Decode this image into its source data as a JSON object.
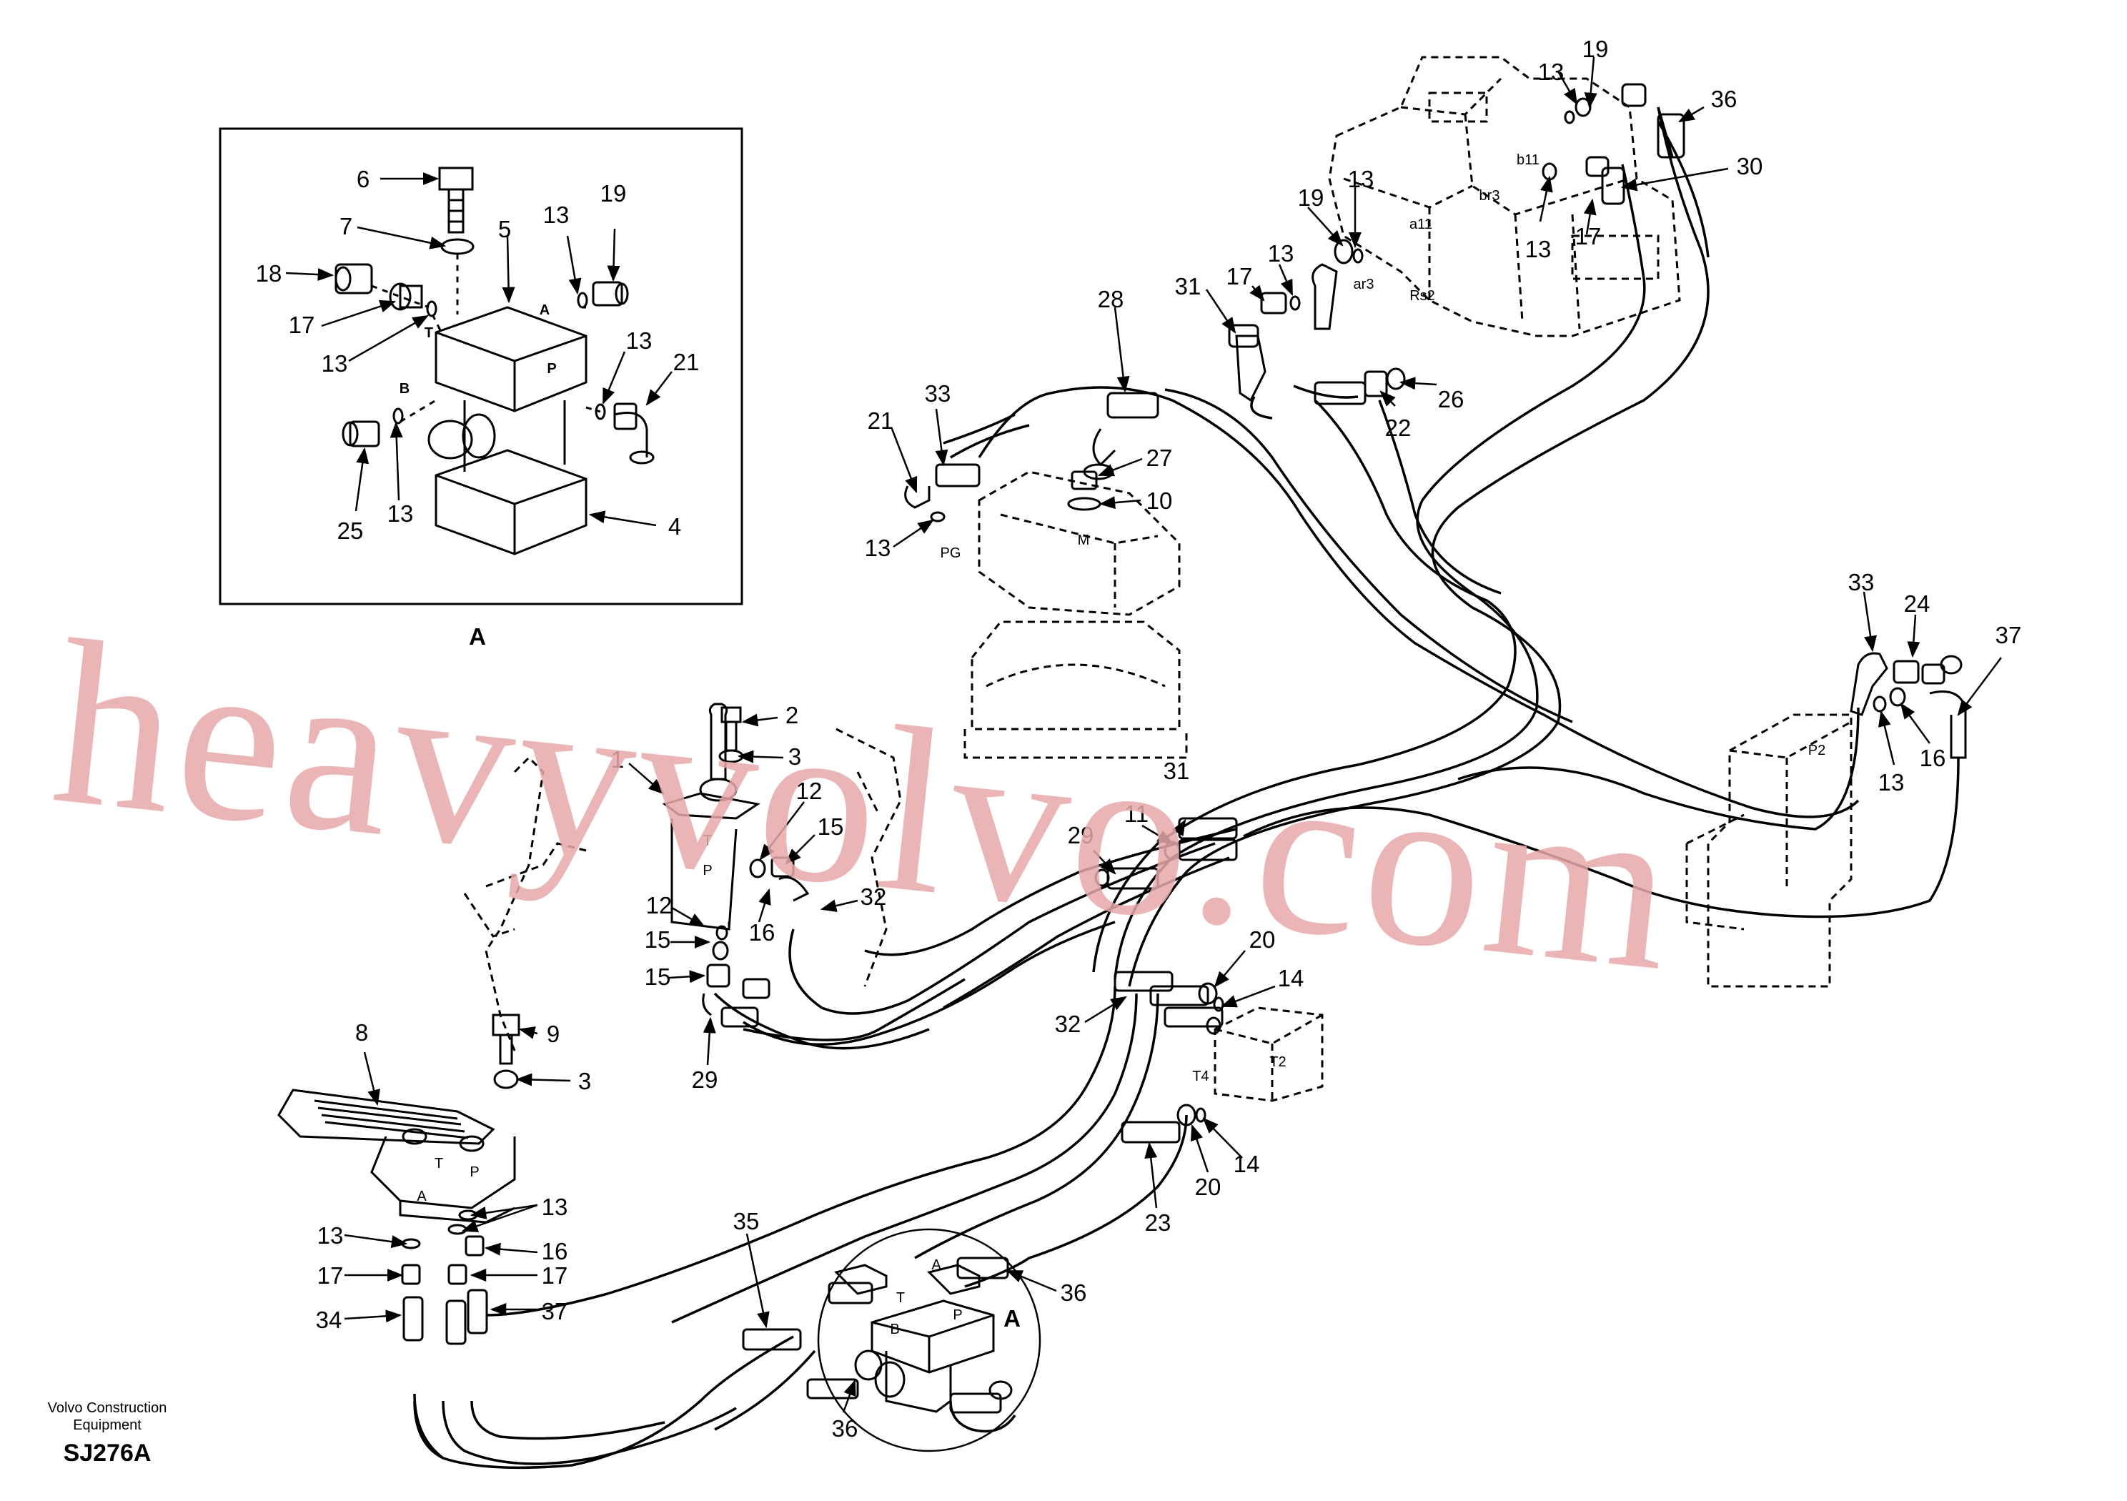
{
  "watermark": "heavyvolvo.com",
  "footer": {
    "company_line1": "Volvo Construction",
    "company_line2": "Equipment",
    "drawing_code": "SJ276A"
  },
  "inset": {
    "title": "A"
  },
  "callouts": {
    "c6": "6",
    "c7": "7",
    "c5": "5",
    "c13a": "13",
    "c19a": "19",
    "c18": "18",
    "c17a": "17",
    "c13b": "13",
    "c13c": "13",
    "c21a": "21",
    "c25": "25",
    "c13d": "13",
    "c4": "4",
    "c28": "28",
    "c33a": "33",
    "c21b": "21",
    "c27": "27",
    "c10": "10",
    "c13e": "13",
    "c31a": "31",
    "c17b": "17",
    "c13f": "13",
    "c19b": "19",
    "c13g": "13",
    "c13h": "13",
    "c19c": "19",
    "c36a": "36",
    "c30": "30",
    "c17c": "17",
    "c13i": "13",
    "c22": "22",
    "c26": "26",
    "c33b": "33",
    "c24": "24",
    "c37a": "37",
    "c13j": "13",
    "c16a": "16",
    "c2": "2",
    "c3a": "3",
    "c1": "1",
    "c12a": "12",
    "c15a": "15",
    "c12b": "12",
    "c15b": "15",
    "c15c": "15",
    "c16b": "16",
    "c29a": "29",
    "c32a": "32",
    "c29b": "29",
    "c11": "11",
    "c31b": "31",
    "c20a": "20",
    "c14a": "14",
    "c32b": "32",
    "c8": "8",
    "c9": "9",
    "c3b": "3",
    "c23": "23",
    "c20b": "20",
    "c14b": "14",
    "c13k": "13",
    "c13l": "13",
    "c16c": "16",
    "c17d": "17",
    "c17e": "17",
    "c34": "34",
    "c37b": "37",
    "c35": "35",
    "c36b": "36",
    "c36c": "36",
    "cA": "A"
  },
  "port_labels": {
    "insetA": "A",
    "insetT": "T",
    "insetP": "P",
    "insetB": "B",
    "pg": "PG",
    "m": "M",
    "b11": "b11",
    "br3": "br3",
    "a11": "a11",
    "ar3": "ar3",
    "rs2": "Rs2",
    "p2": "P2",
    "t4": "T4",
    "t2": "T2",
    "pedT": "T",
    "pedP": "P",
    "pedA": "A",
    "jT": "T",
    "jP": "P",
    "vA": "A",
    "vT": "T",
    "vB": "B",
    "vP": "P"
  }
}
